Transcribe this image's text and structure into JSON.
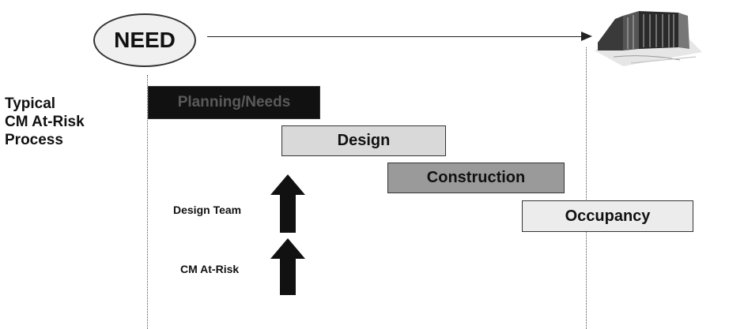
{
  "need_label": "NEED",
  "process_label": [
    "Typical",
    "CM At-Risk",
    "Process"
  ],
  "bars": {
    "planning": "Planning/Needs",
    "design": "Design",
    "construction": "Construction",
    "occupancy": "Occupancy"
  },
  "arrows": {
    "design_team": "Design Team",
    "cm_at_risk": "CM At-Risk"
  },
  "building_icon": "building-icon"
}
